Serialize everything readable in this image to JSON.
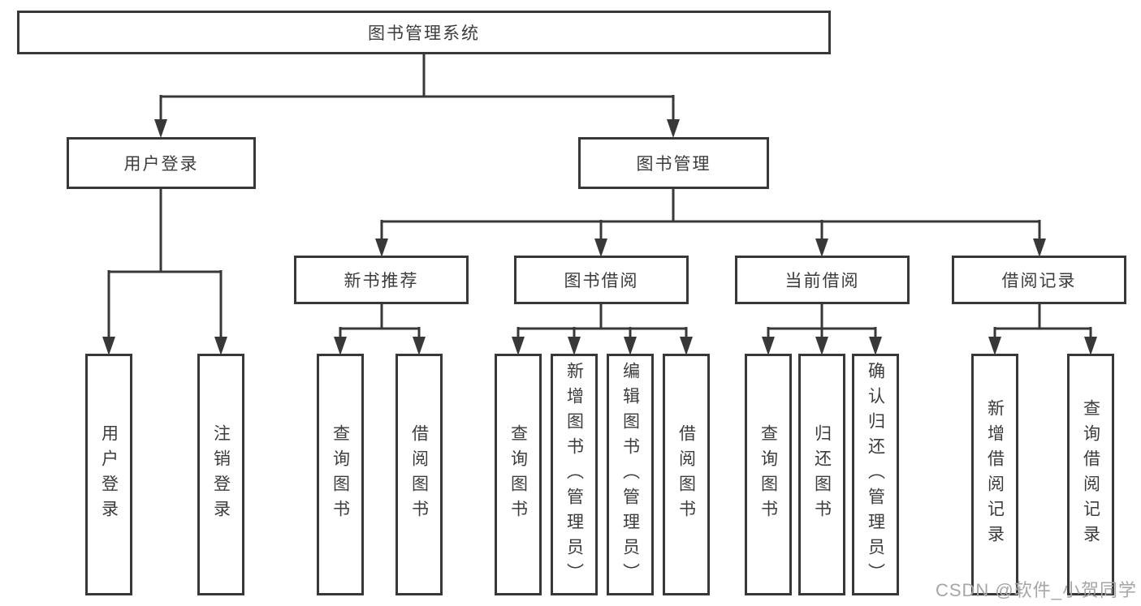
{
  "diagram": {
    "type": "hierarchy-tree",
    "background_color": "#ffffff",
    "line_color": "#383838",
    "text_color": "#3c3c3c",
    "watermark_color": "#a6a6a6"
  },
  "nodes": {
    "root": "图书管理系统",
    "user_login": "用户登录",
    "book_mgmt": "图书管理",
    "new_book_rec": "新书推荐",
    "book_borrowing": "图书借阅",
    "current_borrowing": "当前借阅",
    "borrowing_records": "借阅记录",
    "leaf_user_login": "用户登录",
    "leaf_logout": "注销登录",
    "leaf_query_books_a": "查询图书",
    "leaf_borrow_books_a": "借阅图书",
    "leaf_query_books_b": "查询图书",
    "leaf_add_books": "新增图书（管理员）",
    "leaf_edit_books": "编辑图书（管理员）",
    "leaf_borrow_books_b": "借阅图书",
    "leaf_query_books_c": "查询图书",
    "leaf_return_books": "归还图书",
    "leaf_confirm_return": "确认归还（管理员）",
    "leaf_add_record": "新增借阅记录",
    "leaf_query_record": "查询借阅记录"
  },
  "hierarchy": {
    "图书管理系统": {
      "用户登录": [
        "用户登录",
        "注销登录"
      ],
      "图书管理": {
        "新书推荐": [
          "查询图书",
          "借阅图书"
        ],
        "图书借阅": [
          "查询图书",
          "新增图书（管理员）",
          "编辑图书（管理员）",
          "借阅图书"
        ],
        "当前借阅": [
          "查询图书",
          "归还图书",
          "确认归还（管理员）"
        ],
        "借阅记录": [
          "新增借阅记录",
          "查询借阅记录"
        ]
      }
    }
  },
  "watermark": "CSDN @软件_小贺同学"
}
